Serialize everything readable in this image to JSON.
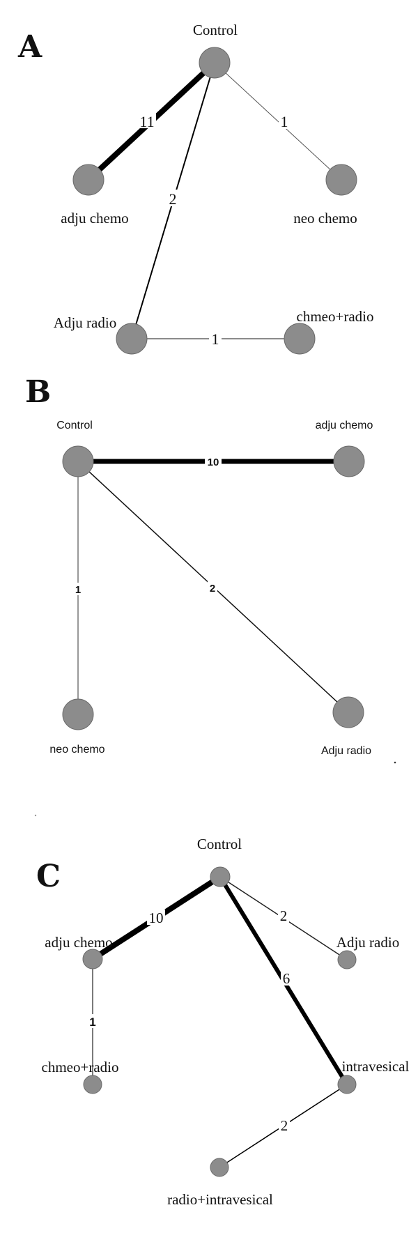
{
  "panels": [
    {
      "letter": "A",
      "nodes": [
        {
          "id": "control",
          "label": "Control"
        },
        {
          "id": "adju_chemo",
          "label": "adju chemo"
        },
        {
          "id": "neo_chemo",
          "label": "neo chemo"
        },
        {
          "id": "adju_radio",
          "label": "Adju radio"
        },
        {
          "id": "chemo_radio",
          "label": "chmeo+radio"
        }
      ],
      "edges": [
        {
          "from": "control",
          "to": "adju_chemo",
          "label": "11"
        },
        {
          "from": "control",
          "to": "neo_chemo",
          "label": "1"
        },
        {
          "from": "control",
          "to": "adju_radio",
          "label": "2"
        },
        {
          "from": "adju_radio",
          "to": "chemo_radio",
          "label": "1"
        }
      ]
    },
    {
      "letter": "B",
      "nodes": [
        {
          "id": "control",
          "label": "Control"
        },
        {
          "id": "adju_chemo",
          "label": "adju chemo"
        },
        {
          "id": "neo_chemo",
          "label": "neo chemo"
        },
        {
          "id": "adju_radio",
          "label": "Adju radio"
        }
      ],
      "edges": [
        {
          "from": "control",
          "to": "adju_chemo",
          "label": "10"
        },
        {
          "from": "control",
          "to": "neo_chemo",
          "label": "1"
        },
        {
          "from": "control",
          "to": "adju_radio",
          "label": "2"
        }
      ]
    },
    {
      "letter": "C",
      "nodes": [
        {
          "id": "control",
          "label": "Control"
        },
        {
          "id": "adju_chemo",
          "label": "adju chemo"
        },
        {
          "id": "adju_radio",
          "label": "Adju radio"
        },
        {
          "id": "chemo_radio",
          "label": "chmeo+radio"
        },
        {
          "id": "intravesical",
          "label": "intravesical"
        },
        {
          "id": "radio_intravesical",
          "label": "radio+intravesical"
        }
      ],
      "edges": [
        {
          "from": "control",
          "to": "adju_chemo",
          "label": "10"
        },
        {
          "from": "control",
          "to": "adju_radio",
          "label": "2"
        },
        {
          "from": "control",
          "to": "intravesical",
          "label": "6"
        },
        {
          "from": "adju_chemo",
          "to": "chemo_radio",
          "label": "1"
        },
        {
          "from": "intravesical",
          "to": "radio_intravesical",
          "label": "2"
        }
      ]
    }
  ]
}
